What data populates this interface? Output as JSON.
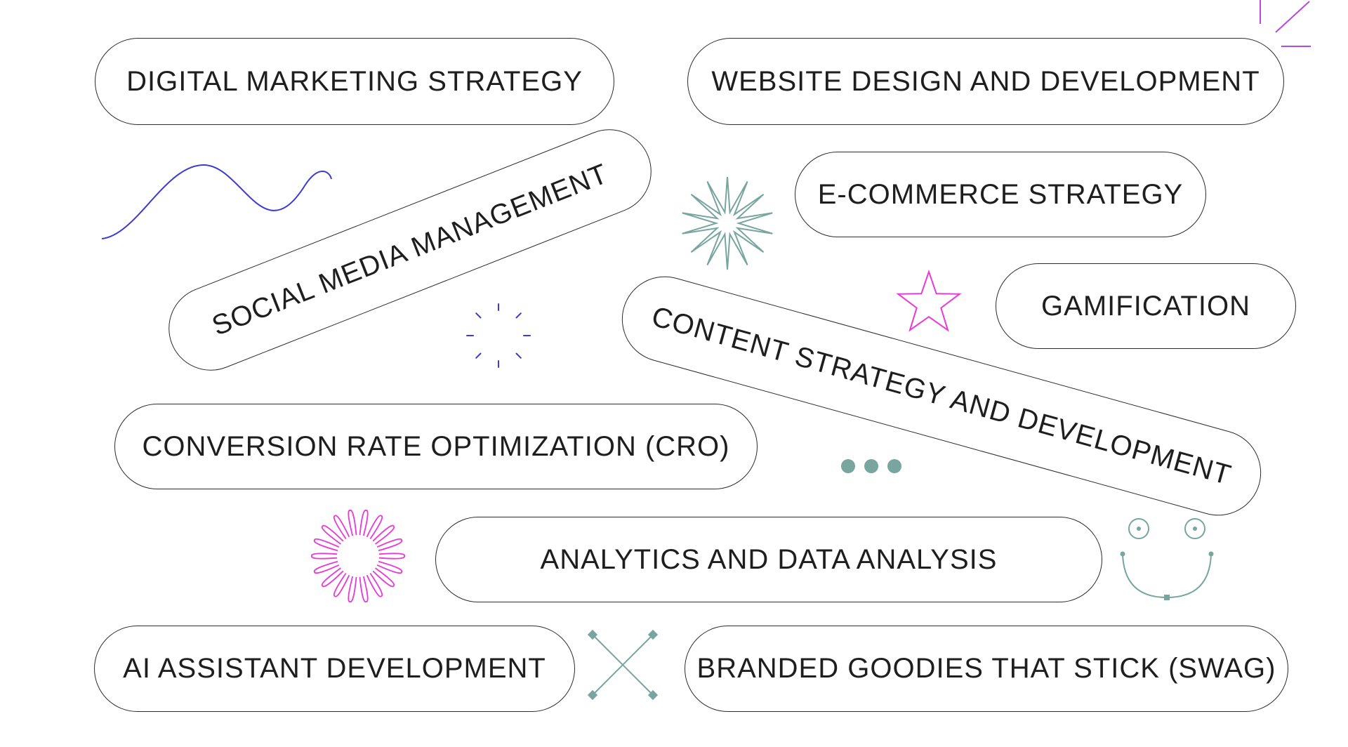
{
  "services": {
    "digital_marketing": "DIGITAL MARKETING STRATEGY",
    "website_design": "WEBSITE DESIGN AND DEVELOPMENT",
    "social_media": "SOCIAL MEDIA MANAGEMENT",
    "ecommerce": "E-COMMERCE STRATEGY",
    "gamification": "GAMIFICATION",
    "content_strategy": "CONTENT STRATEGY AND DEVELOPMENT",
    "cro": "CONVERSION RATE OPTIMIZATION (CRO)",
    "analytics": "ANALYTICS AND DATA ANALYSIS",
    "ai_assistant": "AI ASSISTANT DEVELOPMENT",
    "swag": "BRANDED GOODIES THAT STICK (SWAG)"
  },
  "decorations": {
    "wave": "wave-icon",
    "sparkle_burst": "sparkle-burst-icon",
    "star": "star-icon",
    "dash_circle": "dash-circle-icon",
    "dots": "dots-icon",
    "sun": "sun-icon",
    "smiley": "smiley-icon",
    "cross": "cross-icon",
    "corner_lines": "corner-lines-icon"
  },
  "colors": {
    "outline": "#2b2b2b",
    "blue": "#3a3ad6",
    "teal": "#78a59d",
    "magenta": "#e83ad6",
    "purple": "#b44ae0"
  }
}
